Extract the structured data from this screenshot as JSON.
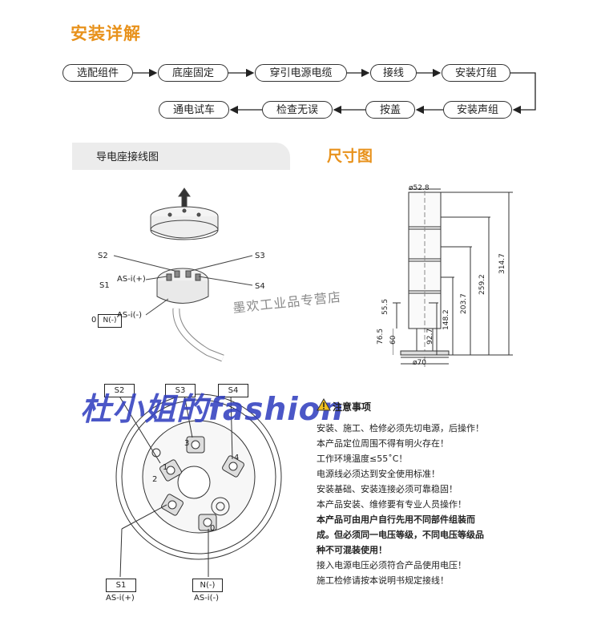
{
  "title": "安装详解",
  "steps_row1": [
    "选配组件",
    "底座固定",
    "穿引电源电缆",
    "接线",
    "安装灯组"
  ],
  "steps_row2": [
    "通电试车",
    "检查无误",
    "按盖",
    "安装声组"
  ],
  "wiring_tab": "导电座接线图",
  "dimension_title": "尺寸图",
  "wiring_labels": {
    "s2": "S2",
    "s3": "S3",
    "s1": "S1",
    "s4": "S4",
    "asi_plus": "AS-i(+)",
    "asi_minus": "AS-i(-)",
    "zero": "0",
    "n_minus": "N(-)"
  },
  "dimensions": {
    "diameter_top": "ø52.8",
    "diameter_base": "ø70",
    "d314": "314.7",
    "d259": "259.2",
    "d203": "203.7",
    "d148": "148.2",
    "d92": "92.7",
    "d55": "55.5",
    "d76": "76.5",
    "d60": "60"
  },
  "terminal_boxes": {
    "s2": "S2",
    "s3": "S3",
    "s4": "S4",
    "s1": "S1",
    "n": "N(-)",
    "s1_sub": "AS-i(+)",
    "n_sub": "AS-i(-)",
    "num1": "1",
    "num2": "2",
    "num3": "3",
    "num4": "4",
    "num0": "0"
  },
  "watermark_shop": "墨欢工业品专营店",
  "watermark_fashion": "杜小姐的fashion",
  "notes_heading": "注意事项",
  "notes": [
    {
      "text": "安装、施工、检修必须先切电源，后操作！",
      "bold": false
    },
    {
      "text": "本产品定位周围不得有明火存在！",
      "bold": false
    },
    {
      "text": "工作环境温度≤55˚C！",
      "bold": false
    },
    {
      "text": "电源线必须达到安全使用标准！",
      "bold": false
    },
    {
      "text": "安装基础、安装连接必须可靠稳固！",
      "bold": false
    },
    {
      "text": "本产品安装、维修要有专业人员操作！",
      "bold": false
    },
    {
      "text": "本产品可由用户自行先用不同部件组装而",
      "bold": true
    },
    {
      "text": "成。但必须同一电压等级，不同电压等级品",
      "bold": true
    },
    {
      "text": "种不可混装使用！",
      "bold": true
    },
    {
      "text": "接入电源电压必须符合产品使用电压！",
      "bold": false
    },
    {
      "text": "施工检修请按本说明书规定接线！",
      "bold": false
    }
  ]
}
